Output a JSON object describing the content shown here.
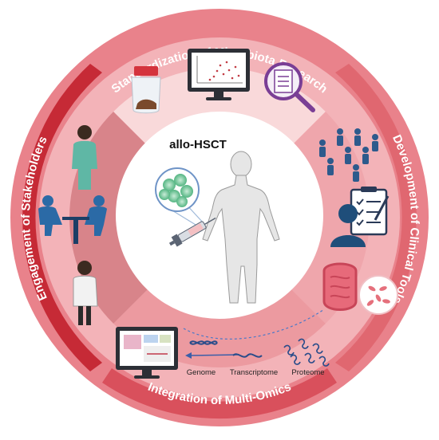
{
  "diagram": {
    "center_title": "allo-HSCT",
    "quadrants": [
      {
        "id": "top",
        "title": "Standardization of Microbiota Research"
      },
      {
        "id": "right",
        "title": "Development of Clinical Tools"
      },
      {
        "id": "bottom",
        "title": "Integration of Multi-Omics"
      },
      {
        "id": "left",
        "title": "Engagement of Stakeholders"
      }
    ],
    "omics_labels": [
      "Genome",
      "Transcriptome",
      "Proteome"
    ],
    "colors": {
      "outer_pink": "#e9828b",
      "dark_red": "#c62a36",
      "inner_ring": "#f5b8bd",
      "top_sector": "#f9d9da",
      "right_sector": "#efa6ac",
      "left_sector": "#d8848a",
      "bottom_sector": "#ec9aa0",
      "dna_blue": "#2a4c8a",
      "figure_blue": "#2d5a8c"
    },
    "icons": [
      "stool-sample-jar-icon",
      "sequencing-monitor-icon",
      "document-magnifier-icon",
      "patient-group-icon",
      "clinical-checklist-icon",
      "gut-microbiome-icon",
      "omics-dashboard-monitor-icon",
      "dna-helix-icon",
      "rna-strand-icon",
      "protein-icon",
      "doctor-icon",
      "meeting-icon",
      "scientist-icon",
      "human-body-icon",
      "cell-cluster-icon",
      "syringe-icon"
    ]
  }
}
